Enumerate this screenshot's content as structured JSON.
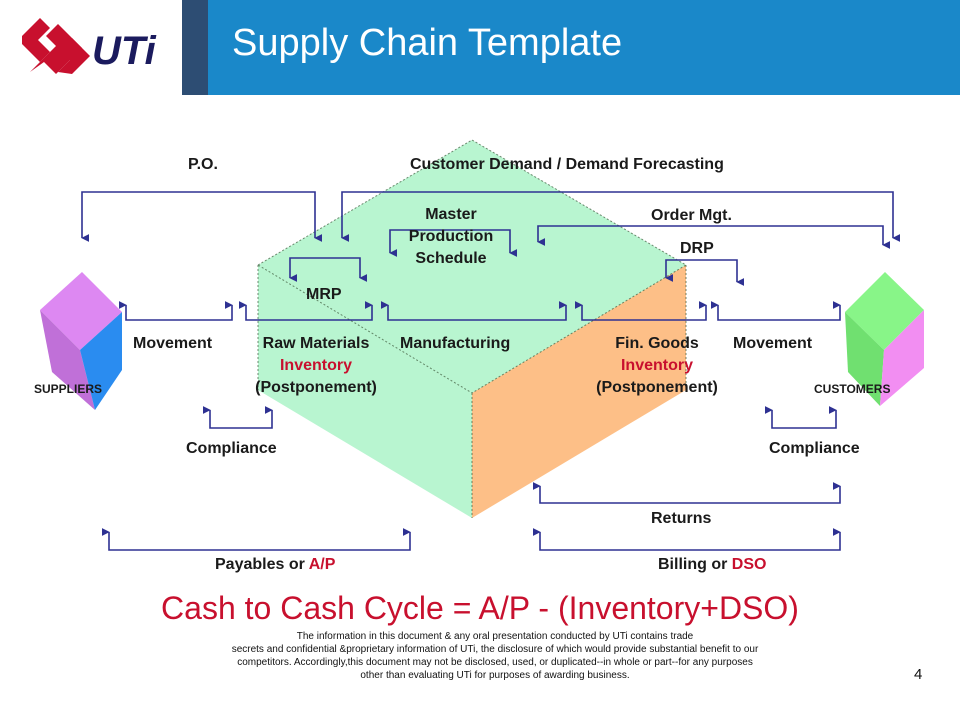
{
  "header": {
    "title": "Supply Chain Template",
    "logo_text": "UTi"
  },
  "colors": {
    "header_blue": "#1a88c9",
    "stripe": "#2d4d73",
    "arrow": "#2e3192",
    "accent_red": "#c8102e",
    "box_front": "#b8f5d0",
    "box_side": "#fdbf87",
    "supplier_cube": "#dd88f2",
    "customer_cube": "#88f588"
  },
  "labels": {
    "po": "P.O.",
    "demand": "Customer Demand / Demand Forecasting",
    "master_l1": "Master",
    "master_l2": "Production",
    "master_l3": "Schedule",
    "order_mgt": "Order Mgt.",
    "drp": "DRP",
    "mrp": "MRP",
    "movement_left": "Movement",
    "raw_materials": "Raw Materials",
    "inventory_left": "Inventory",
    "postponement_left": "(Postponement)",
    "manufacturing": "Manufacturing",
    "fin_goods": "Fin. Goods",
    "inventory_right": "Inventory",
    "postponement_right": "(Postponement)",
    "movement_right": "Movement",
    "suppliers": "SUPPLIERS",
    "customers": "CUSTOMERS",
    "compliance_left": "Compliance",
    "compliance_right": "Compliance",
    "returns": "Returns",
    "payables_prefix": "Payables or ",
    "payables_highlight": "A/P",
    "billing_prefix": "Billing or ",
    "billing_highlight": "DSO"
  },
  "formula": "Cash to Cash Cycle = A/P - (Inventory+DSO)",
  "disclaimer": {
    "line1": "The information in this document & any oral presentation conducted by UTi contains trade",
    "line2": "secrets and confidential &proprietary information of UTi, the disclosure of which would provide substantial benefit to our",
    "line3": "competitors.  Accordingly,this  document may not be disclosed, used, or duplicated--in whole or part--for any purposes",
    "line4": "other than evaluating UTi for purposes of awarding business."
  },
  "page_number": "4"
}
